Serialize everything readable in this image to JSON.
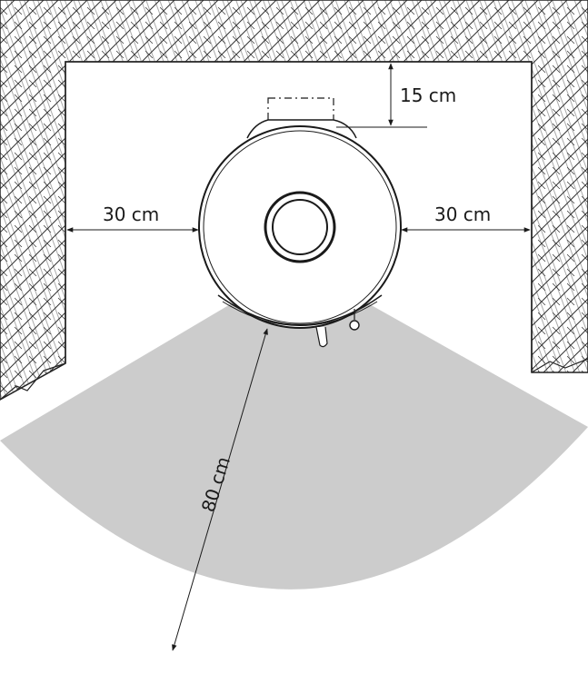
{
  "colors": {
    "clearance_zone": "#cccccc",
    "wall_stroke": "#222222",
    "line": "#1a1a1a"
  },
  "dimensions": {
    "top_clearance": "15 cm",
    "left_clearance": "30 cm",
    "right_clearance": "30 cm",
    "front_clearance": "80 cm"
  }
}
